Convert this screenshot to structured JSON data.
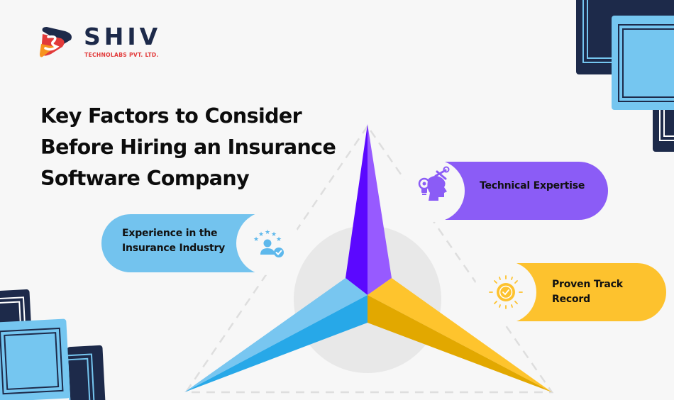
{
  "brand": {
    "name": "SHIV",
    "tagline": "TECHNOLABS PVT. LTD.",
    "colors": {
      "navy": "#1d2a4a",
      "red": "#e23a3a",
      "orange": "#f7931e"
    }
  },
  "title": {
    "lines": [
      "Key Factors to Consider",
      "Before Hiring an Insurance",
      "Software Company"
    ]
  },
  "factors": [
    {
      "label_lines": [
        "Technical Expertise"
      ],
      "icon": "brain-tools-icon",
      "color": "#8b5cf6"
    },
    {
      "label_lines": [
        "Experience in the",
        "Insurance Industry"
      ],
      "icon": "rated-user-icon",
      "color": "#73c3ee"
    },
    {
      "label_lines": [
        "Proven Track",
        "Record"
      ],
      "icon": "badge-check-icon",
      "color": "#fdc22e"
    }
  ],
  "colors": {
    "background": "#f7f7f7",
    "purple_dark": "#5b08ff",
    "purple_light": "#975aff",
    "blue_light": "#78c6f0",
    "blue_dark": "#27a8e8",
    "yellow_light": "#fec42d",
    "yellow_dark": "#e2a800",
    "circle": "#e8e8e8",
    "deco_navy": "#1d2a4a",
    "deco_blue": "#75c6f0"
  }
}
